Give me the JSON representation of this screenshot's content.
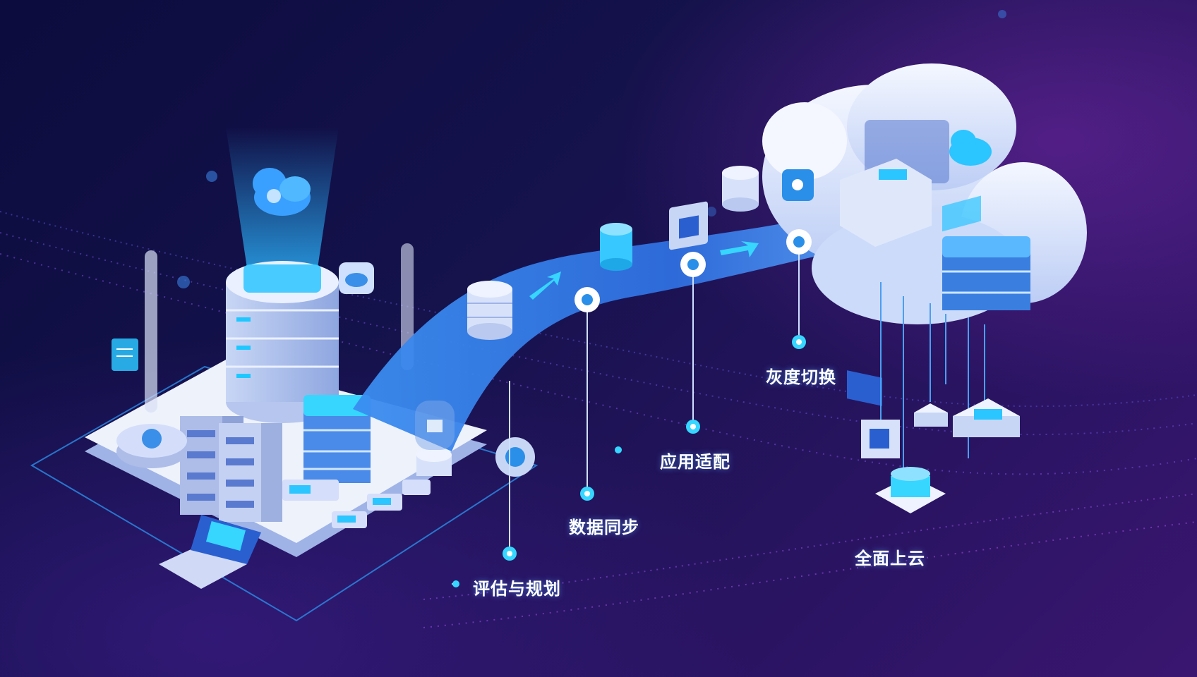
{
  "stages": [
    {
      "label": "评估与规划"
    },
    {
      "label": "数据同步"
    },
    {
      "label": "应用适配"
    },
    {
      "label": "灰度切换"
    },
    {
      "label": "全面上云"
    }
  ],
  "colors": {
    "background_dark": "#0c0c3e",
    "background_purple": "#3a1670",
    "path_blue": "#2f7fe8",
    "accent_cyan": "#36d6ff",
    "platform_white": "#eef2fb",
    "cloud_white": "#e8eefc"
  }
}
